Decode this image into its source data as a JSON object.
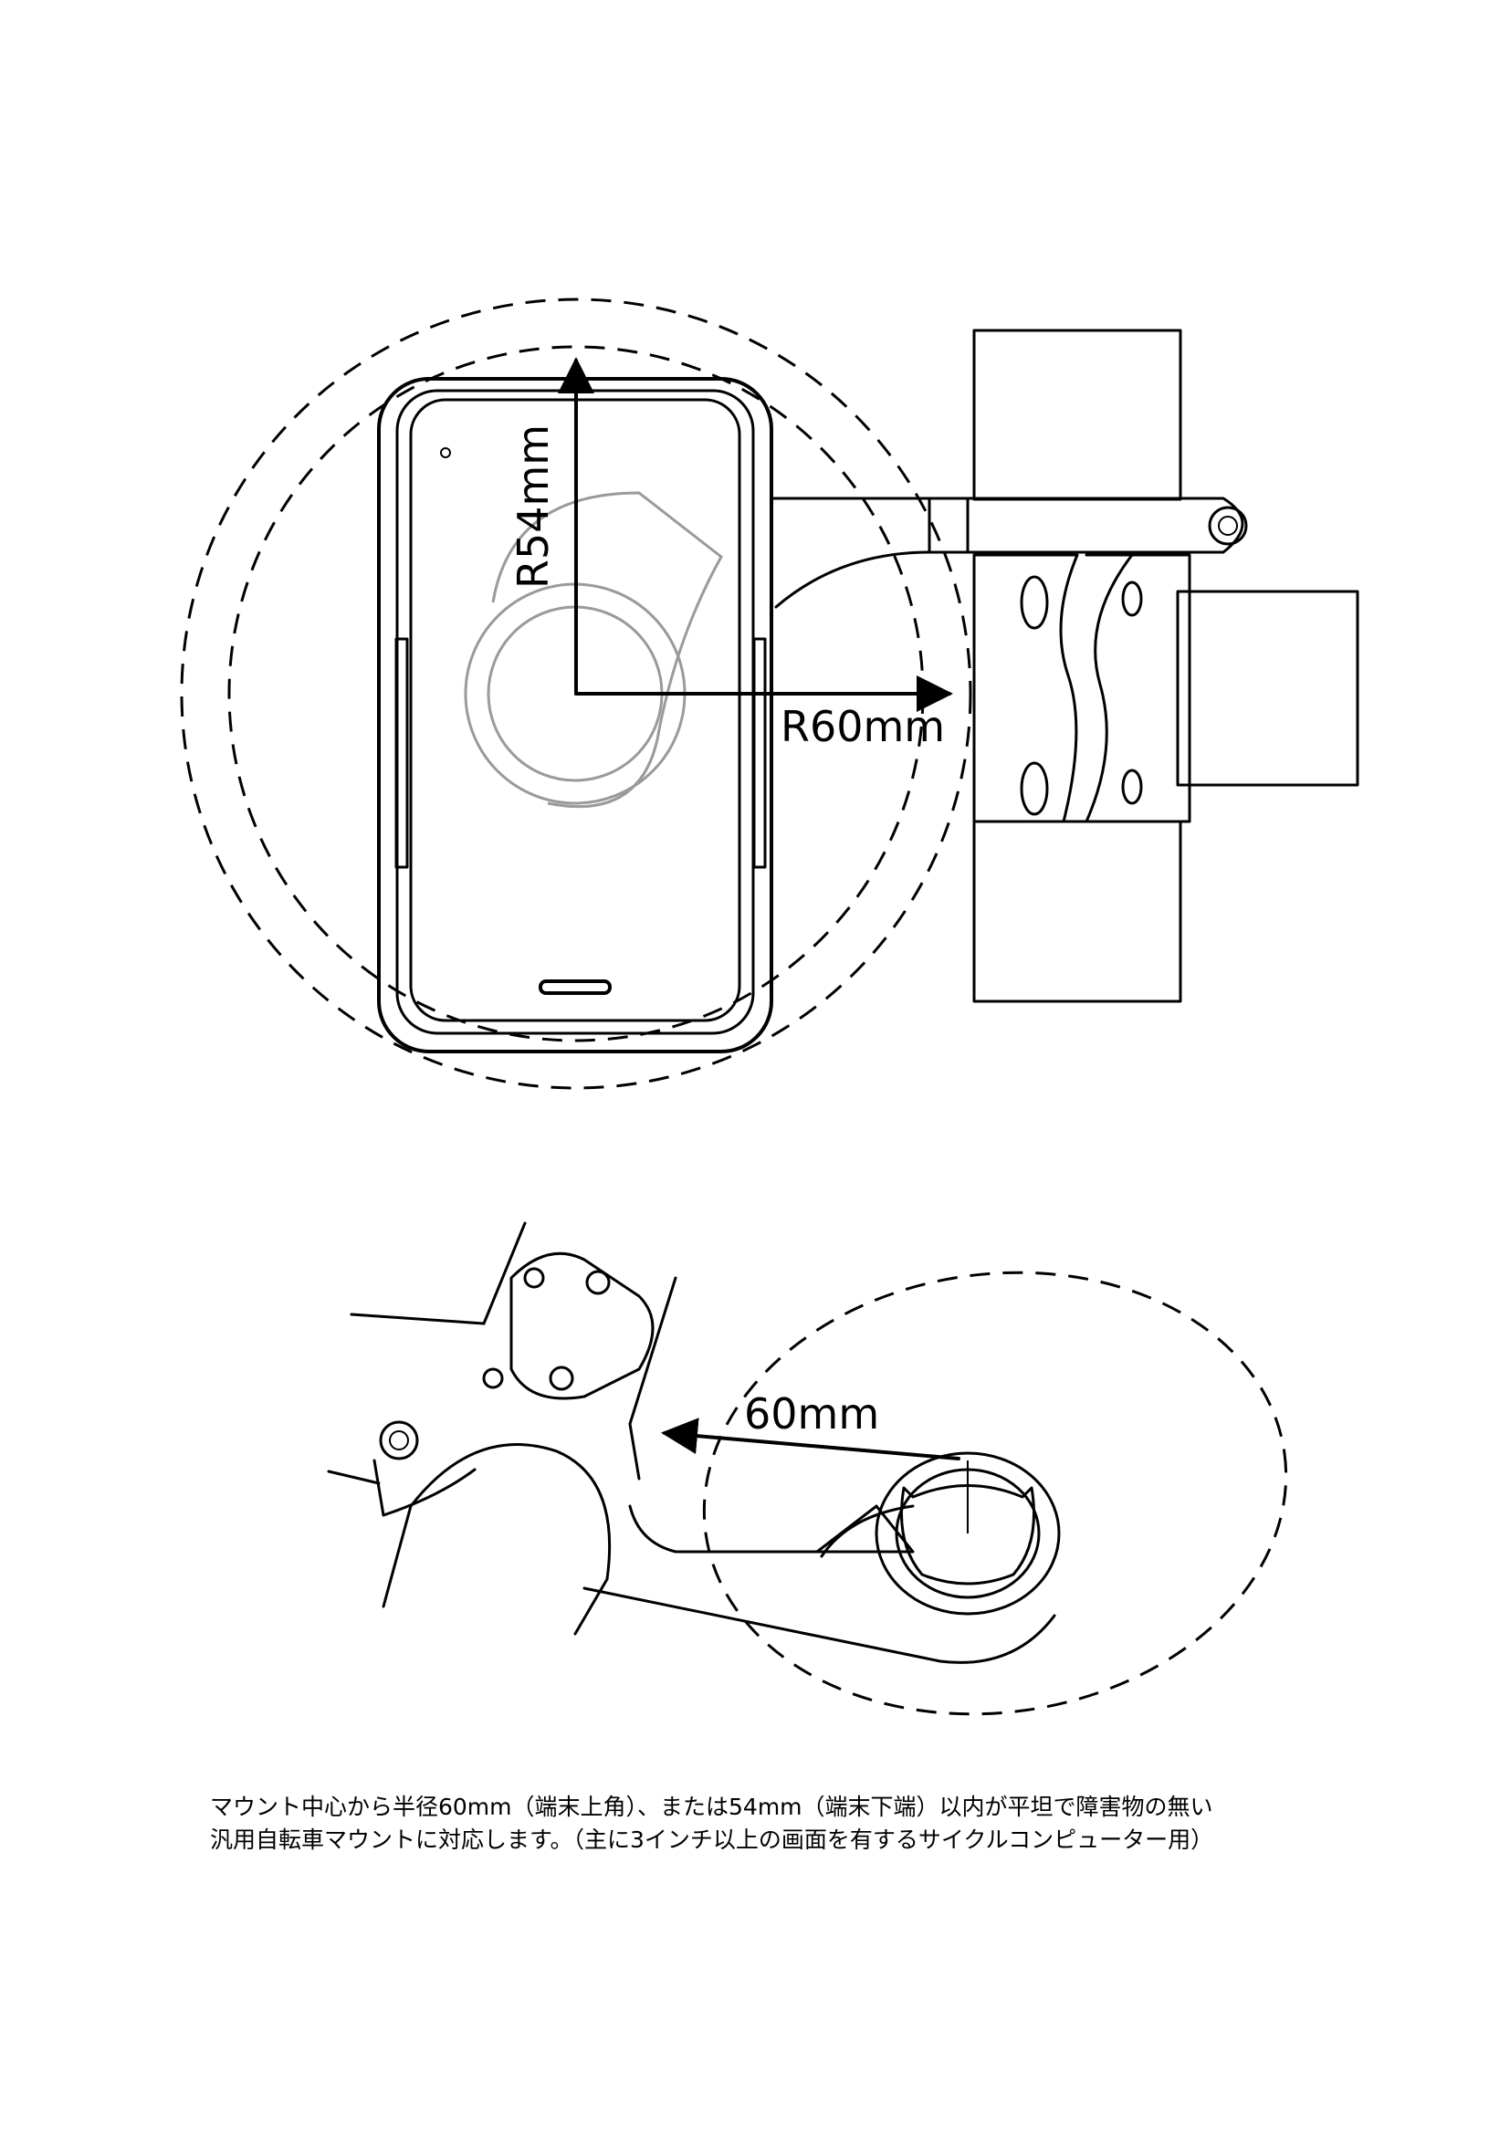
{
  "dimensions": {
    "r54": "R54mm",
    "r60": "R60mm",
    "d60": "60mm"
  },
  "caption": {
    "line1": "マウント中心から半径60mm（端末上角）、または54mm（端末下端）以内が平坦で障害物の無い",
    "line2": "汎用自転車マウントに対応します。（主に3インチ以上の画面を有するサイクルコンピューター用）"
  }
}
